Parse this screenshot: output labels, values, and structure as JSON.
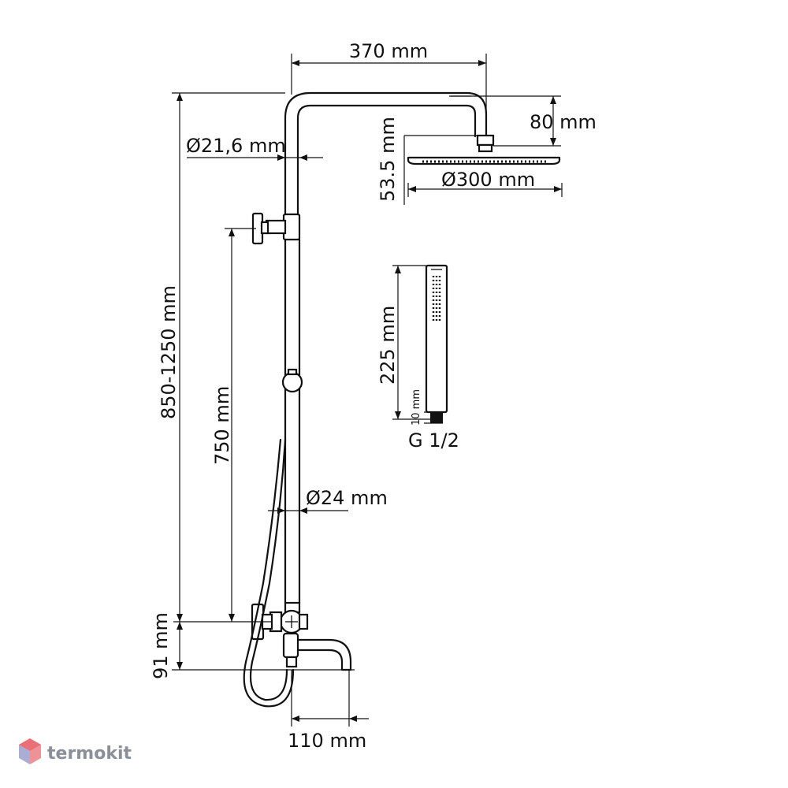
{
  "dimensions": {
    "arm_length": "370 mm",
    "arm_drop": "80 mm",
    "head_thickness": "53.5 mm",
    "head_diameter": "Ø300 mm",
    "upper_pipe_diameter": "Ø21,6 mm",
    "height_range": "850-1250 mm",
    "slider_travel": "750 mm",
    "hand_shower_length": "225 mm",
    "connector_length": "10 mm",
    "thread_size": "G 1/2",
    "lower_pipe_diameter": "Ø24 mm",
    "mixer_to_spout": "91 mm",
    "spout_reach": "110 mm"
  },
  "brand": {
    "name": "termokit",
    "logo_colors": [
      "#e8525b",
      "#4f8fe0"
    ]
  }
}
